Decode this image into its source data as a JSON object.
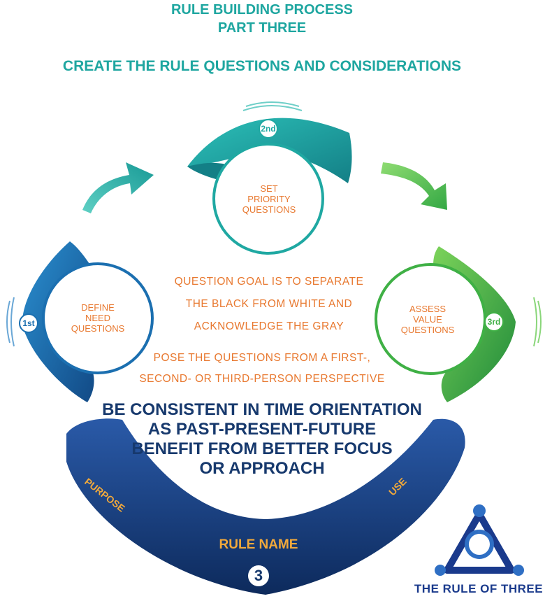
{
  "header": {
    "title_line1": "RULE BUILDING PROCESS",
    "title_line2": "PART THREE",
    "subtitle": "CREATE THE RULE QUESTIONS AND CONSIDERATIONS"
  },
  "steps": [
    {
      "badge": "1st",
      "label_lines": [
        "DEFINE",
        "NEED",
        "QUESTIONS"
      ],
      "color": "#1b6fb0"
    },
    {
      "badge": "2nd",
      "label_lines": [
        "SET",
        "PRIORITY",
        "QUESTIONS"
      ],
      "color": "#1fa8a2"
    },
    {
      "badge": "3rd",
      "label_lines": [
        "ASSESS",
        "VALUE",
        "QUESTIONS"
      ],
      "color": "#3fb045"
    }
  ],
  "center_text": {
    "goal_lines": [
      "QUESTION GOAL IS TO SEPARATE",
      "THE BLACK FROM WHITE AND",
      "ACKNOWLEDGE THE GRAY"
    ],
    "pose_lines": [
      "POSE THE QUESTIONS FROM A FIRST-,",
      "SECOND- OR THIRD-PERSON PERSPECTIVE"
    ]
  },
  "consistency_lines": [
    "BE CONSISTENT IN TIME ORIENTATION",
    "AS PAST-PRESENT-FUTURE",
    "BENEFIT FROM BETTER FOCUS",
    "OR APPROACH"
  ],
  "boomerang": {
    "left_label": "PURPOSE",
    "right_label": "USE",
    "center_label": "RULE NAME",
    "emblem": "3"
  },
  "logo": {
    "text": "THE RULE OF THREE"
  },
  "colors": {
    "teal": "#1ea6a0",
    "orange": "#e8782f",
    "navy": "#17396d",
    "blue": "#1b6fb0",
    "green": "#3fb045"
  }
}
